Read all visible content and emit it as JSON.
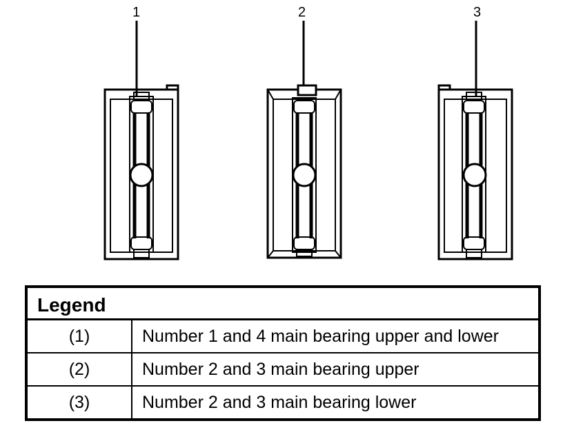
{
  "callouts": [
    {
      "number": "1"
    },
    {
      "number": "2"
    },
    {
      "number": "3"
    }
  ],
  "legend": {
    "title": "Legend",
    "rows": [
      {
        "key": "(1)",
        "description": "Number 1 and 4 main bearing upper and lower"
      },
      {
        "key": "(2)",
        "description": "Number 2 and 3 main bearing upper"
      },
      {
        "key": "(3)",
        "description": "Number 2 and 3 main bearing lower"
      }
    ]
  },
  "colors": {
    "line": "#000000",
    "background": "#ffffff"
  }
}
